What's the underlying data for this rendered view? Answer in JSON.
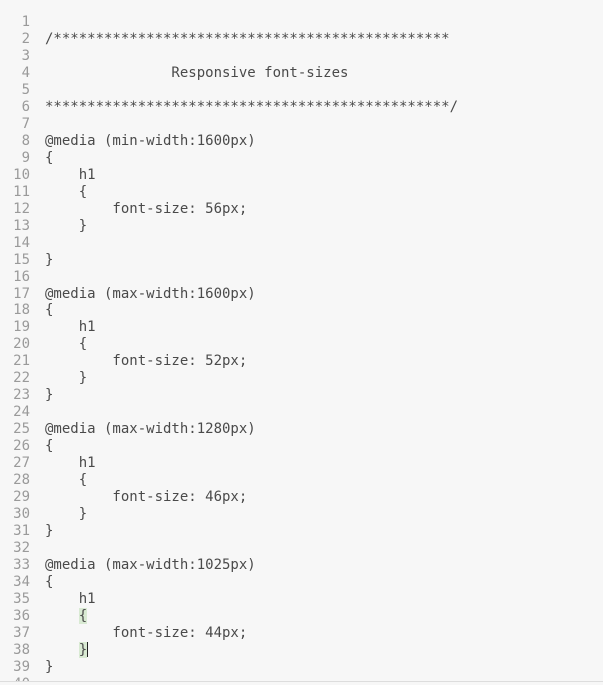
{
  "editor": {
    "lines": [
      "",
      "/***********************************************",
      "",
      "               Responsive font-sizes",
      "",
      "************************************************/",
      "",
      "@media (min-width:1600px)",
      "{",
      "    h1",
      "    {",
      "        font-size: 56px;",
      "    }",
      "",
      "}",
      "",
      "@media (max-width:1600px)",
      "{",
      "    h1",
      "    {",
      "        font-size: 52px;",
      "    }",
      "}",
      "",
      "@media (max-width:1280px)",
      "{",
      "    h1",
      "    {",
      "        font-size: 46px;",
      "    }",
      "}",
      "",
      "@media (max-width:1025px)",
      "{",
      "    h1",
      "    {",
      "        font-size: 44px;",
      "    }",
      "}",
      ""
    ],
    "highlighted_brace_lines": [
      36,
      38
    ],
    "cursor_line": 38
  }
}
